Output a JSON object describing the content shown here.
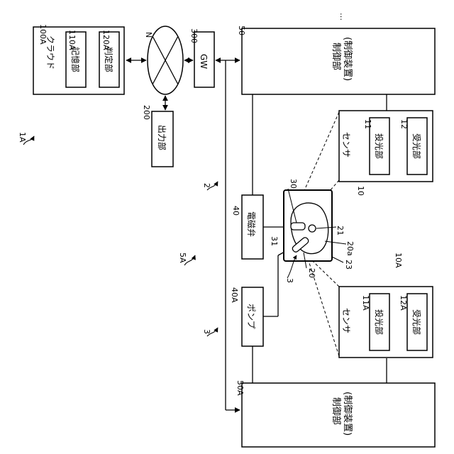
{
  "system_label": "1A",
  "subsystem_labels": {
    "s2": "2",
    "s3": "3",
    "s5a": "5A"
  },
  "cloud": {
    "ref": "100A",
    "title": "クラウド",
    "storage_ref": "110A",
    "storage": "記憶部",
    "judge_ref": "120A",
    "judge": "判定部"
  },
  "network": {
    "ref": "N"
  },
  "gateway": {
    "ref": "300",
    "label": "GW"
  },
  "output": {
    "ref": "200",
    "label": "出力部"
  },
  "controller_a": {
    "ref": "50",
    "line1": "制御部",
    "line2": "(制御装置)"
  },
  "controller_b": {
    "ref": "50A",
    "line1": "制御部",
    "line2": "(制御装置)"
  },
  "sensor_a": {
    "ref": "10",
    "title": "センサ",
    "emit_ref": "11",
    "emit": "投光部",
    "recv_ref": "12",
    "recv": "受光部"
  },
  "sensor_b": {
    "ref": "10A",
    "title": "センサ",
    "emit_ref": "11A",
    "emit": "投光部",
    "recv_ref": "12A",
    "recv": "受光部"
  },
  "valve": {
    "ref": "40",
    "label": "電磁弁"
  },
  "pump": {
    "ref": "40A",
    "label": "ポンプ"
  },
  "basin": {
    "r30": "30",
    "r31": "31",
    "r21": "21",
    "r20a": "20a",
    "r20": "20",
    "r23": "23",
    "r3": "3"
  },
  "ellipsis": "…"
}
